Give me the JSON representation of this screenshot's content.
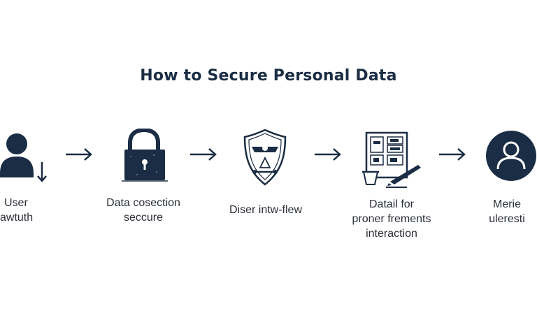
{
  "title": "How to Secure Personal Data",
  "colors": {
    "navy": "#1b2d44",
    "text": "#2a2f36",
    "background": "#ffffff"
  },
  "steps": [
    {
      "icon": "user-download-icon",
      "label_lines": [
        "User",
        "awtuth"
      ]
    },
    {
      "icon": "padlock-icon",
      "label_lines": [
        "Data cosection",
        "seccure"
      ]
    },
    {
      "icon": "shield-icon",
      "label_lines": [
        "Diser intw-flew"
      ]
    },
    {
      "icon": "document-form-icon",
      "label_lines": [
        "Datail for",
        "proner frements",
        "interaction"
      ]
    },
    {
      "icon": "user-circle-icon",
      "label_lines": [
        "Merie",
        "uleresti"
      ]
    }
  ],
  "arrows": [
    "arrow-right-icon",
    "arrow-right-icon",
    "arrow-right-icon",
    "arrow-right-icon"
  ]
}
